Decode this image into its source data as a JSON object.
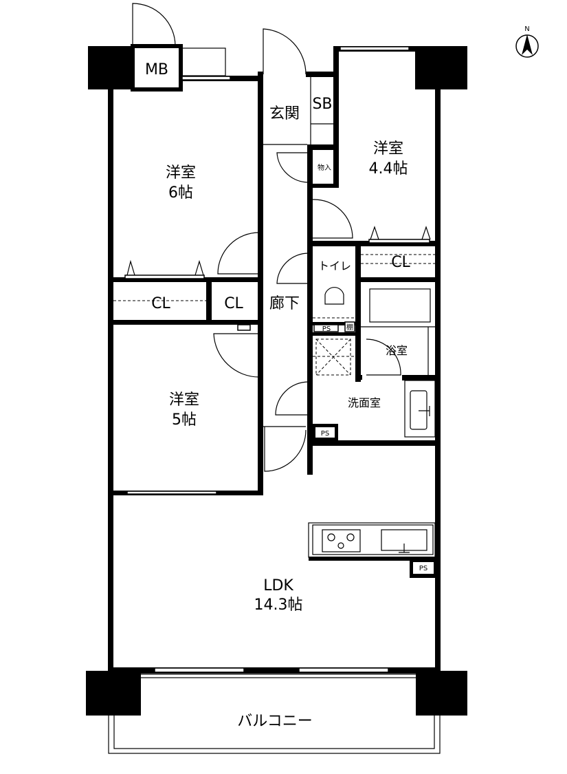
{
  "compass": {
    "label": "N",
    "icon": "north-arrow-icon"
  },
  "rooms": {
    "mb": "MB",
    "sb": "SB",
    "entrance": "玄関",
    "storage": "物入",
    "bedroom_west": {
      "name": "洋室",
      "size": "6帖"
    },
    "bedroom_east": {
      "name": "洋室",
      "size": "4.4帖"
    },
    "bedroom_south": {
      "name": "洋室",
      "size": "5帖"
    },
    "closet_west_large": "CL",
    "closet_west_small": "CL",
    "closet_east": "CL",
    "hallway": "廊下",
    "toilet": "トイレ",
    "shelf": "棚",
    "ps_toilet": "PS",
    "bathroom": "浴室",
    "washroom": "洗面室",
    "ps_washroom": "PS",
    "ps_kitchen": "PS",
    "ldk": {
      "name": "LDK",
      "size": "14.3帖"
    },
    "balcony": "バルコニー"
  }
}
